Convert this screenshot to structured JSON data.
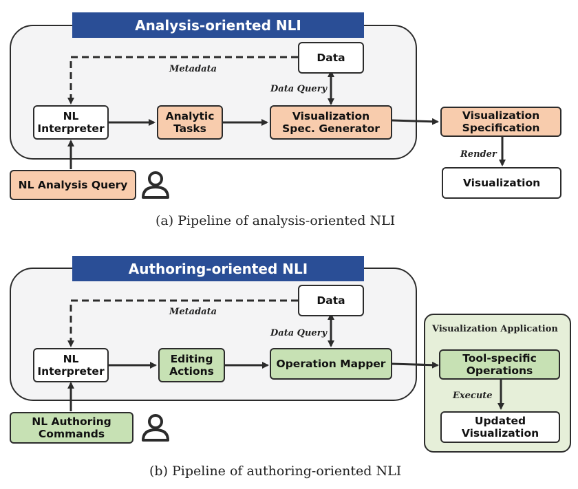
{
  "diagram_a": {
    "banner": "Analysis-oriented NLI",
    "data_box": "Data",
    "metadata_label": "Metadata",
    "data_query_label": "Data Query",
    "nl_interpreter": "NL Interpreter",
    "analytic_tasks": "Analytic Tasks",
    "spec_generator": "Visualization Spec. Generator",
    "vis_spec": "Visualization Specification",
    "render_label": "Render",
    "visualization": "Visualization",
    "query": "NL Analysis Query",
    "caption": "(a)  Pipeline of analysis-oriented NLI"
  },
  "diagram_b": {
    "banner": "Authoring-oriented NLI",
    "data_box": "Data",
    "metadata_label": "Metadata",
    "data_query_label": "Data Query",
    "nl_interpreter": "NL Interpreter",
    "editing_actions": "Editing Actions",
    "operation_mapper": "Operation Mapper",
    "app_title": "Visualization Application",
    "tool_ops": "Tool-specific Operations",
    "execute_label": "Execute",
    "updated_vis": "Updated Visualization",
    "commands": "NL Authoring Commands",
    "caption": "(b)  Pipeline of authoring-oriented NLI"
  },
  "colors": {
    "banner": "#2a4e96",
    "orange_box": "#f8ccad",
    "green_box": "#c7e1b4",
    "app_panel": "#e6efd9",
    "panel": "#f4f4f5"
  },
  "icons": [
    "user-icon"
  ]
}
